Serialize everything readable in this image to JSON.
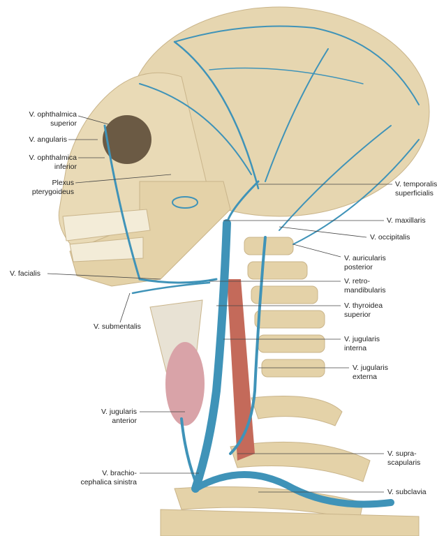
{
  "title": "Veins of the head and neck (lateral view)",
  "colors": {
    "vein": "#3f93b8",
    "bone": "#e6d6b0",
    "muscle": "#c46a5a",
    "thyroid": "#d9a3a8",
    "line": "#444444"
  },
  "labels_left": [
    {
      "l1": "V. ophthalmica",
      "l2": "superior"
    },
    {
      "l1": "V. angularis",
      "l2": ""
    },
    {
      "l1": "V. ophthalmica",
      "l2": "inferior"
    },
    {
      "l1": "Plexus",
      "l2": "pterygoideus"
    },
    {
      "l1": "V. facialis",
      "l2": ""
    },
    {
      "l1": "V. submentalis",
      "l2": ""
    },
    {
      "l1": "V. jugularis",
      "l2": "anterior"
    },
    {
      "l1": "V. brachio-",
      "l2": "cephalica sinistra"
    }
  ],
  "labels_right": [
    {
      "l1": "V. temporalis",
      "l2": "superficialis"
    },
    {
      "l1": "V. maxillaris",
      "l2": ""
    },
    {
      "l1": "V. occipitalis",
      "l2": ""
    },
    {
      "l1": "V. auricularis",
      "l2": "posterior"
    },
    {
      "l1": "V. retro-",
      "l2": "mandibularis"
    },
    {
      "l1": "V. thyroidea",
      "l2": "superior"
    },
    {
      "l1": "V. jugularis",
      "l2": "interna"
    },
    {
      "l1": "V. jugularis",
      "l2": "externa"
    },
    {
      "l1": "V. supra-",
      "l2": "scapularis"
    },
    {
      "l1": "V. subclavia",
      "l2": ""
    }
  ]
}
